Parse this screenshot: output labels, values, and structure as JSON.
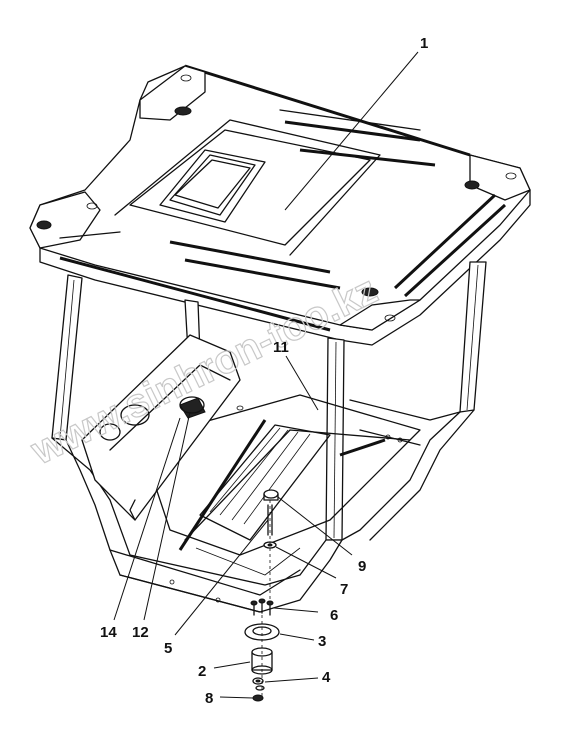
{
  "callouts": [
    {
      "id": "1",
      "label": "1"
    },
    {
      "id": "2",
      "label": "2"
    },
    {
      "id": "3",
      "label": "3"
    },
    {
      "id": "4",
      "label": "4"
    },
    {
      "id": "5",
      "label": "5"
    },
    {
      "id": "6",
      "label": "6"
    },
    {
      "id": "7",
      "label": "7"
    },
    {
      "id": "8",
      "label": "8"
    },
    {
      "id": "9",
      "label": "9"
    },
    {
      "id": "11",
      "label": "11"
    },
    {
      "id": "12",
      "label": "12"
    },
    {
      "id": "14",
      "label": "14"
    }
  ],
  "watermark": "www.sinhron-too.kz"
}
